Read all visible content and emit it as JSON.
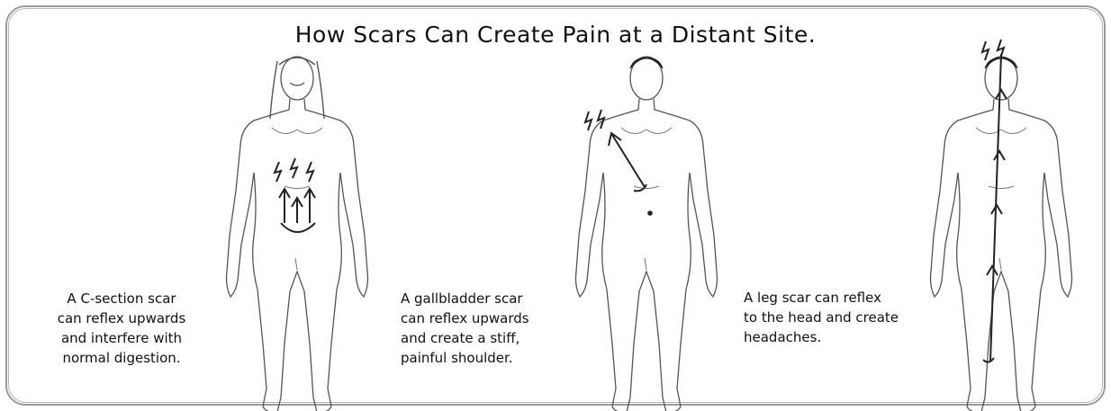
{
  "title": "How Scars Can Create Pain at a Distant Site.",
  "captions": {
    "c_section": [
      "A C-section scar",
      "can reflex upwards",
      "and interfere with",
      "normal digestion."
    ],
    "gallbladder": [
      "A gallbladder scar",
      "can reflex upwards",
      "and create a stiff,",
      "painful shoulder."
    ],
    "leg": [
      "A leg scar can reflex",
      "to the head and create",
      "headaches."
    ]
  },
  "colors": {
    "outline": "#555555",
    "arrow": "#222222",
    "frame": "#9a9a9a"
  }
}
